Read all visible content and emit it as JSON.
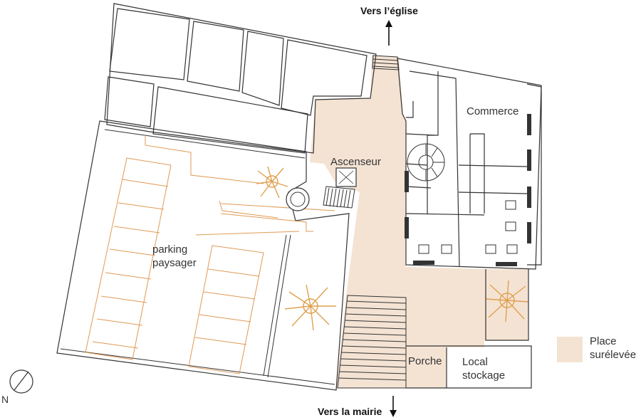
{
  "colors": {
    "raised_square": "#f4e3d3",
    "parking_lines": "#e09a55",
    "tree": "#e0a04f",
    "walls": "#333333"
  },
  "directions": {
    "north_label": "Vers l’église",
    "south_label": "Vers la mairie"
  },
  "labels": {
    "ascenseur": "Ascenseur",
    "commerce": "Commerce",
    "parking_line1": "parking",
    "parking_line2": "paysager",
    "porche": "Porche",
    "local_line1": "Local",
    "local_line2": "stockage"
  },
  "legend": {
    "line1": "Place",
    "line2": "surélevée"
  },
  "compass": {
    "label": "N",
    "icon": "north-arrow-icon"
  }
}
